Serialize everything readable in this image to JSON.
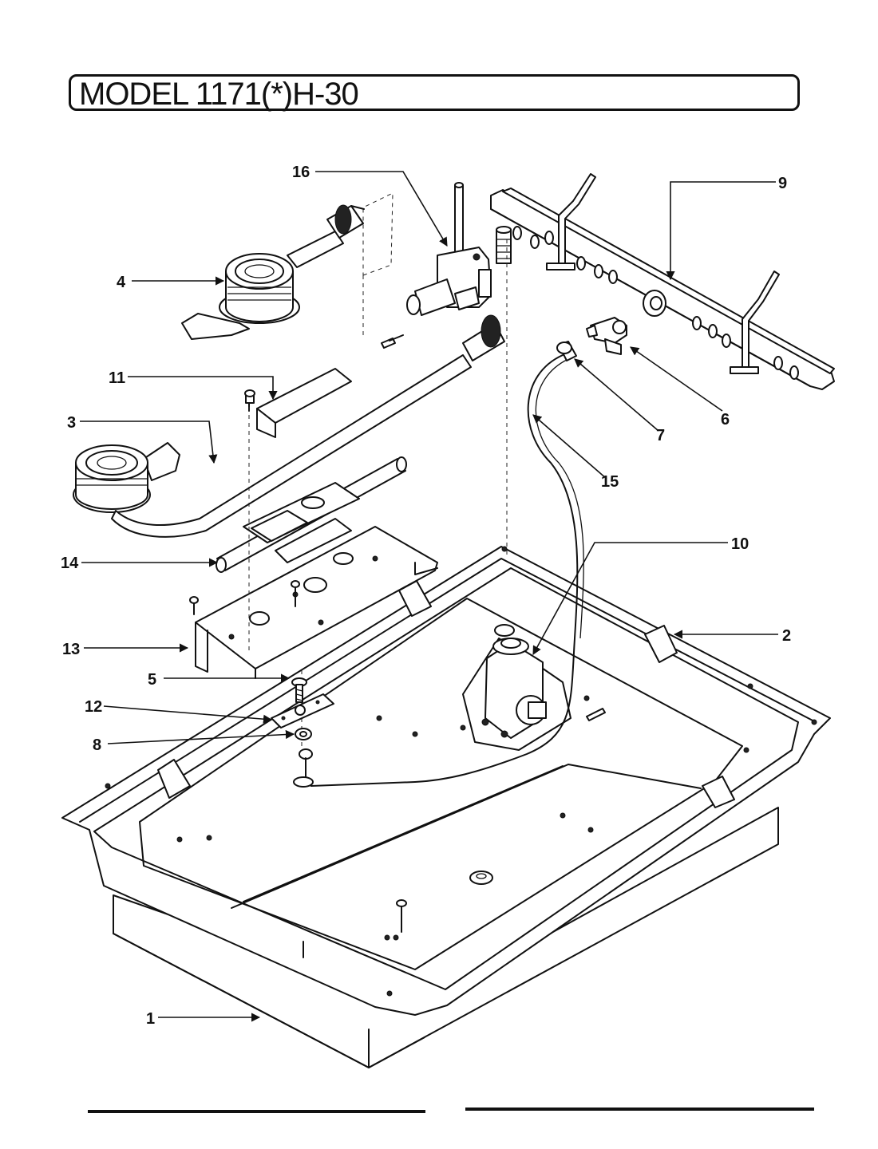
{
  "title": "MODEL 1171(*)H-30",
  "callouts": [
    {
      "id": "1",
      "label": "1"
    },
    {
      "id": "2",
      "label": "2"
    },
    {
      "id": "3",
      "label": "3"
    },
    {
      "id": "4",
      "label": "4"
    },
    {
      "id": "5",
      "label": "5"
    },
    {
      "id": "6",
      "label": "6"
    },
    {
      "id": "7",
      "label": "7"
    },
    {
      "id": "8",
      "label": "8"
    },
    {
      "id": "9",
      "label": "9"
    },
    {
      "id": "10",
      "label": "10"
    },
    {
      "id": "11",
      "label": "11"
    },
    {
      "id": "12",
      "label": "12"
    },
    {
      "id": "13",
      "label": "13"
    },
    {
      "id": "14",
      "label": "14"
    },
    {
      "id": "15",
      "label": "15"
    },
    {
      "id": "16",
      "label": "16"
    }
  ]
}
